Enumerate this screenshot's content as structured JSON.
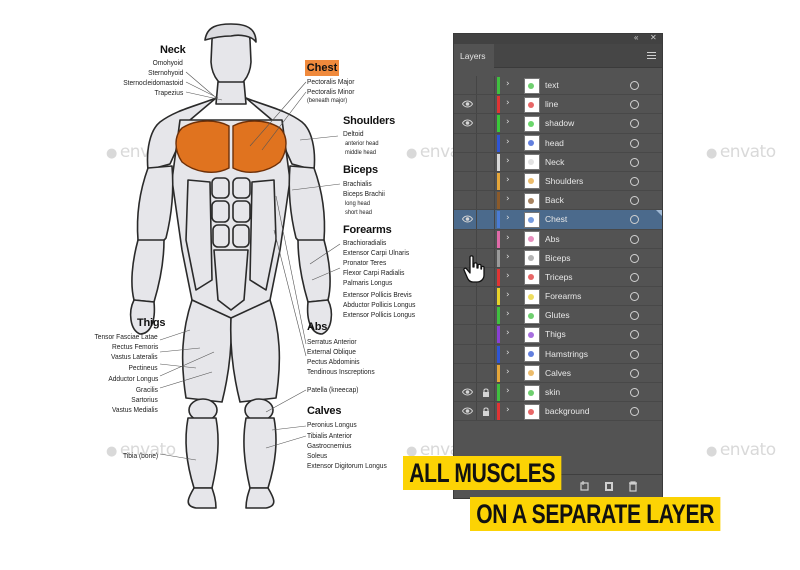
{
  "watermarks": [
    "envato",
    "envato",
    "envato",
    "envato",
    "envato",
    "envato"
  ],
  "anatomy": {
    "neck": {
      "title": "Neck",
      "items": [
        "Omohyoid",
        "Sternohyoid",
        "Sternocleidomastoid",
        "Trapezius"
      ]
    },
    "chest": {
      "title": "Chest",
      "items": [
        "Pectoralis Major",
        "Pectoralis Minor",
        "(beneath major)"
      ]
    },
    "shoulders": {
      "title": "Shoulders",
      "items": [
        "Deltoid",
        "anterior head",
        "middle head"
      ]
    },
    "biceps": {
      "title": "Biceps",
      "items": [
        "Brachialis",
        "Biceps Brachii",
        "long head",
        "short head"
      ]
    },
    "forearms": {
      "title": "Forearms",
      "items": [
        "Brachioradialis",
        "Extensor Carpi Ulnaris",
        "Pronator Teres",
        "Flexor Carpi Radialis",
        "Palmaris Longus",
        "Extensor Pollicis Brevis",
        "Abductor Pollicis Longus",
        "Extensor Pollicis Longus"
      ]
    },
    "thigs": {
      "title": "Thigs",
      "items": [
        "Tensor Fasciae Latae",
        "Rectus Femoris",
        "Vastus Lateralis",
        "Pectineus",
        "Adductor Longus",
        "Gracilis",
        "Sartorius",
        "Vastus Medialis"
      ]
    },
    "abs": {
      "title": "Abs",
      "items": [
        "Serratus Anterior",
        "External Oblique",
        "Pectus Abdominis",
        "Tendinous Inscreptions"
      ]
    },
    "patella": "Patella (kneecap)",
    "tibia": "Tibia (bone)",
    "calves": {
      "title": "Calves",
      "items": [
        "Peronius Longus",
        "Tibialis Anterior",
        "Gastrocnemius",
        "Soleus",
        "Extensor Digitorum Longus"
      ]
    }
  },
  "layers_panel": {
    "tab": "Layers",
    "collapse_icon": "double-chevron-icon",
    "close_icon": "close-icon",
    "menu_icon": "panel-menu-icon",
    "layers": [
      {
        "name": "text",
        "visible": false,
        "locked": false,
        "color": "#3fbf3f"
      },
      {
        "name": "line",
        "visible": true,
        "locked": false,
        "color": "#e03434"
      },
      {
        "name": "shadow",
        "visible": true,
        "locked": false,
        "color": "#39c839"
      },
      {
        "name": "head",
        "visible": false,
        "locked": false,
        "color": "#2f55d4"
      },
      {
        "name": "Neck",
        "visible": false,
        "locked": false,
        "color": "#d8d8d8"
      },
      {
        "name": "Shoulders",
        "visible": false,
        "locked": false,
        "color": "#e5a63a"
      },
      {
        "name": "Back",
        "visible": false,
        "locked": false,
        "color": "#8a5a2b"
      },
      {
        "name": "Chest",
        "visible": true,
        "locked": false,
        "color": "#4a7bd4",
        "selected": true
      },
      {
        "name": "Abs",
        "visible": false,
        "locked": false,
        "color": "#e06aa8"
      },
      {
        "name": "Biceps",
        "visible": false,
        "locked": false,
        "color": "#9a9a9a"
      },
      {
        "name": "Triceps",
        "visible": false,
        "locked": false,
        "color": "#e03434"
      },
      {
        "name": "Forearms",
        "visible": false,
        "locked": false,
        "color": "#e8d22a"
      },
      {
        "name": "Glutes",
        "visible": false,
        "locked": false,
        "color": "#3fbf3f"
      },
      {
        "name": "Thigs",
        "visible": false,
        "locked": false,
        "color": "#8a3fd4"
      },
      {
        "name": "Hamstrings",
        "visible": false,
        "locked": false,
        "color": "#2f55d4"
      },
      {
        "name": "Calves",
        "visible": false,
        "locked": false,
        "color": "#e5a63a"
      },
      {
        "name": "skin",
        "visible": true,
        "locked": true,
        "color": "#3fbf3f"
      },
      {
        "name": "background",
        "visible": true,
        "locked": true,
        "color": "#e03434"
      }
    ],
    "footer_icons": [
      "make-clipping-mask-icon",
      "new-layer-icon",
      "delete-layer-icon"
    ]
  },
  "banner": {
    "line1": "ALL MUSCLES",
    "line2": "ON A SEPARATE LAYER"
  },
  "colors": {
    "accent": "#fcd304",
    "chest": "#e0731f",
    "panel": "#535353",
    "selected_row": "#4b6a8c"
  }
}
